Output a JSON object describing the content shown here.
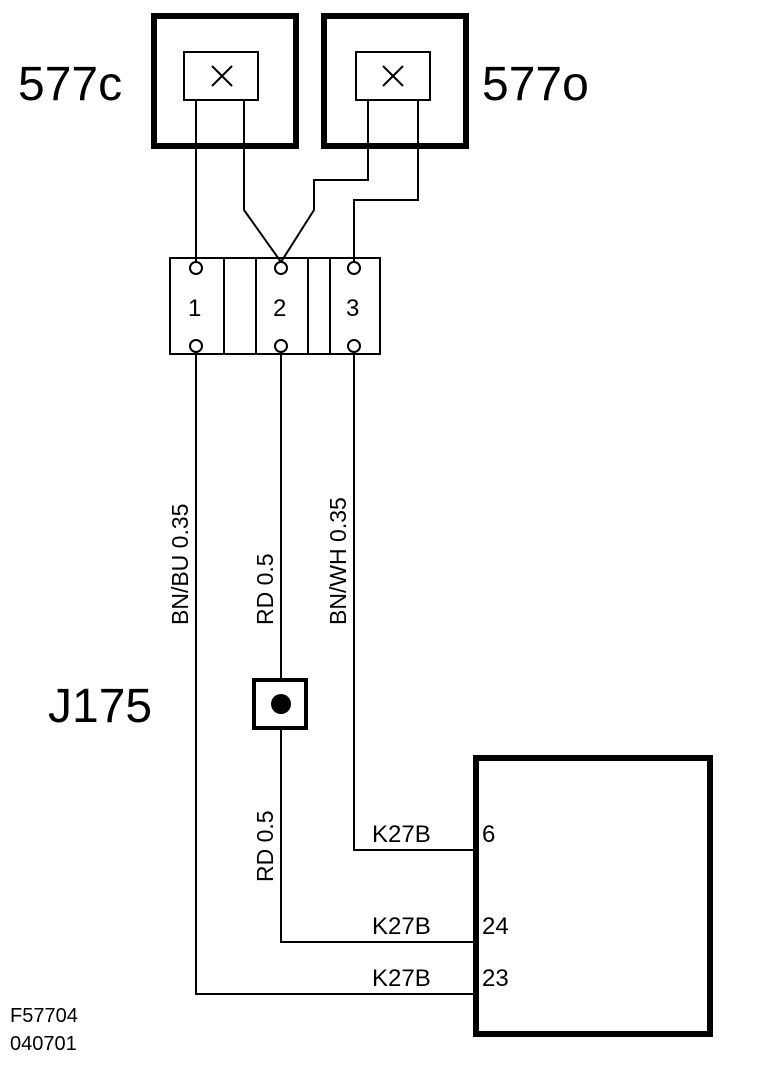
{
  "components": {
    "switch_left": {
      "label": "577c"
    },
    "switch_right": {
      "label": "577o"
    },
    "splice": {
      "label": "J175"
    }
  },
  "connector": {
    "pins": [
      "1",
      "2",
      "3"
    ]
  },
  "wires": {
    "w1": "BN/BU  0.35",
    "w2_upper": "RD  0.5",
    "w2_lower": "RD  0.5",
    "w3": "BN/WH  0.35"
  },
  "module": {
    "pins": [
      {
        "connector": "K27B",
        "pin": "6"
      },
      {
        "connector": "K27B",
        "pin": "24"
      },
      {
        "connector": "K27B",
        "pin": "23"
      }
    ]
  },
  "footer": {
    "figure_id": "F57704",
    "date_code": "040701"
  }
}
